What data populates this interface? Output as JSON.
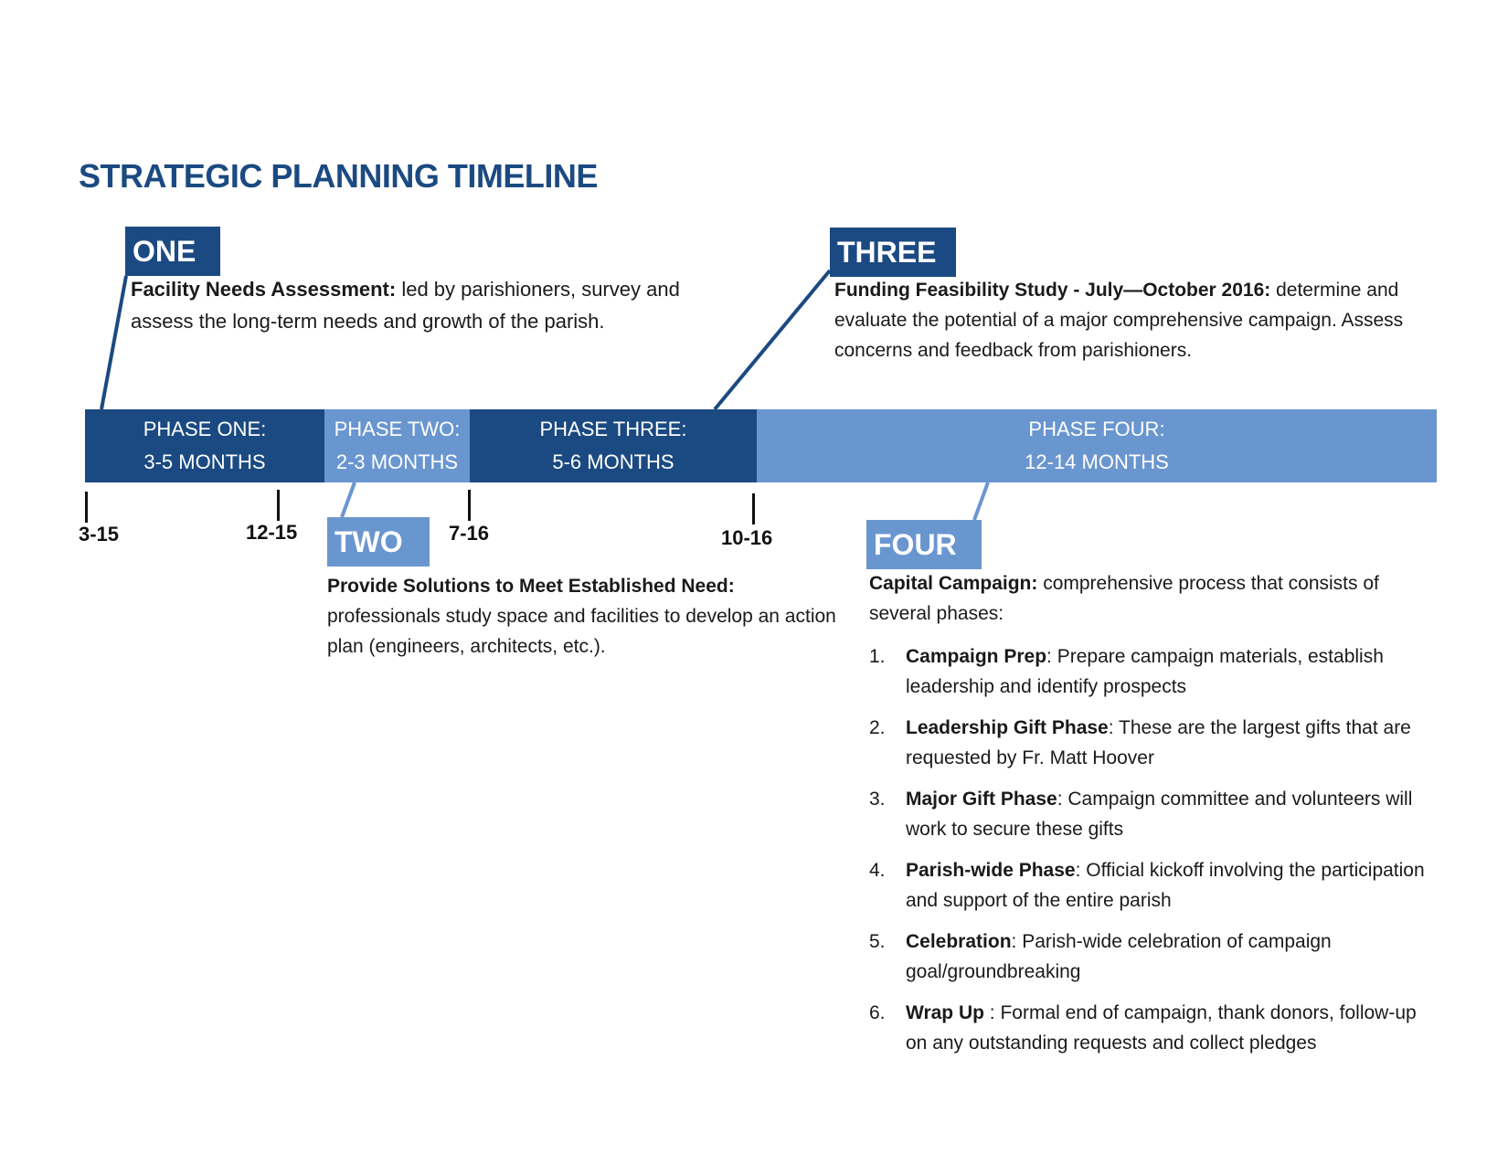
{
  "title": "STRATEGIC PLANNING TIMELINE",
  "colors": {
    "dark_blue": "#1b4a82",
    "light_blue": "#6a96d0"
  },
  "phases": {
    "one": {
      "tag": "ONE",
      "bold": "Facility Needs Assessment:",
      "text": " led by parishioners, survey and assess the long-term needs and growth of the parish.",
      "bar_line1": "PHASE ONE:",
      "bar_line2": "3-5 MONTHS"
    },
    "two": {
      "tag": "TWO",
      "bold": "Provide Solutions to Meet Established Need:",
      "text": " professionals study space and facilities to develop an action plan (engineers, architects, etc.).",
      "bar_line1": "PHASE TWO:",
      "bar_line2": "2-3 MONTHS"
    },
    "three": {
      "tag": "THREE",
      "bold": "Funding Feasibility Study - July—October 2016:",
      "text": " determine and evaluate the potential of a major comprehensive campaign. Assess concerns and feedback from parishioners.",
      "bar_line1": "PHASE THREE:",
      "bar_line2": "5-6 MONTHS"
    },
    "four": {
      "tag": "FOUR",
      "bold": "Capital Campaign:",
      "text": " comprehensive process that consists of several phases:",
      "bar_line1": "PHASE FOUR:",
      "bar_line2": "12-14 MONTHS"
    }
  },
  "dates": [
    "3-15",
    "12-15",
    "7-16",
    "10-16"
  ],
  "campaign_steps": [
    {
      "num": "1.",
      "bold": "Campaign Prep",
      "text": ": Prepare campaign materials, establish leadership and identify prospects"
    },
    {
      "num": "2.",
      "bold": "Leadership Gift Phase",
      "text": ": These are the largest gifts that are requested by Fr. Matt Hoover"
    },
    {
      "num": "3.",
      "bold": "Major Gift Phase",
      "text": ": Campaign committee and volunteers will work to secure these gifts"
    },
    {
      "num": "4.",
      "bold": "Parish-wide Phase",
      "text": ": Official kickoff involving the participation and support of the entire parish"
    },
    {
      "num": "5.",
      "bold": "Celebration",
      "text": ": Parish-wide celebration of campaign goal/groundbreaking"
    },
    {
      "num": "6.",
      "bold": "Wrap Up",
      "text": " : Formal end of campaign, thank donors, follow-up on any outstanding requests and collect pledges"
    }
  ]
}
